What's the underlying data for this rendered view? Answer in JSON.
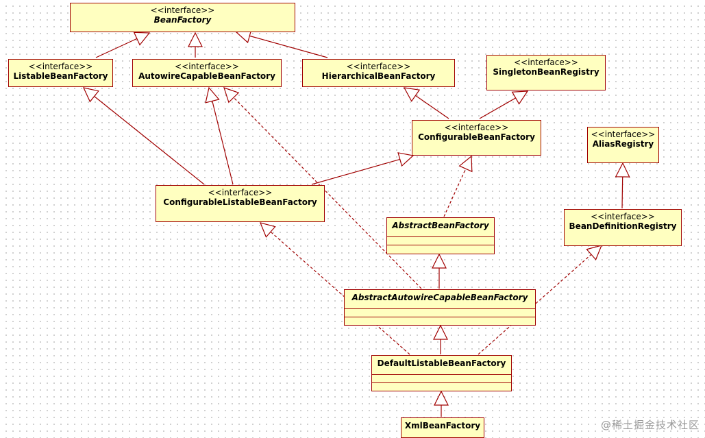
{
  "stereotype": "<<interface>>",
  "nodes": {
    "bean_factory": "BeanFactory",
    "listable_bean_factory": "ListableBeanFactory",
    "autowire_capable_bean_factory": "AutowireCapableBeanFactory",
    "hierarchical_bean_factory": "HierarchicalBeanFactory",
    "singleton_bean_registry": "SingletonBeanRegistry",
    "configurable_bean_factory": "ConfigurableBeanFactory",
    "alias_registry": "AliasRegistry",
    "configurable_listable_bean_factory": "ConfigurableListableBeanFactory",
    "abstract_bean_factory": "AbstractBeanFactory",
    "bean_definition_registry": "BeanDefinitionRegistry",
    "abstract_autowire_capable_bean_factory": "AbstractAutowireCapableBeanFactory",
    "default_listable_bean_factory": "DefaultListableBeanFactory",
    "xml_bean_factory": "XmlBeanFactory"
  },
  "colors": {
    "node_fill": "#ffffc0",
    "line": "#a00000"
  },
  "watermark": "@稀土掘金技术社区"
}
